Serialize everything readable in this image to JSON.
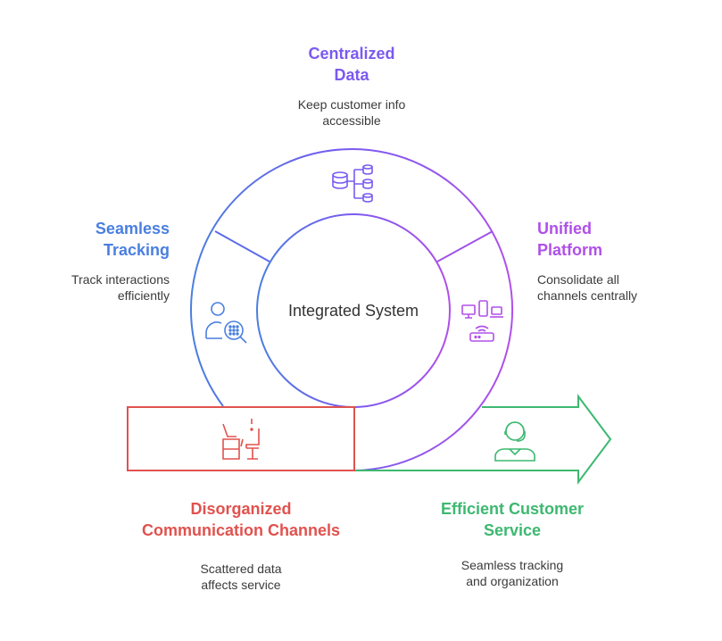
{
  "colors": {
    "centralized": "#7A5AF0",
    "unified": "#B050E8",
    "seamless": "#4A7FE0",
    "disorganized": "#E0524E",
    "efficient": "#3DB870",
    "text": "#333333",
    "desc": "#3a3a3a"
  },
  "center": {
    "label": "Integrated System"
  },
  "centralized": {
    "title_1": "Centralized",
    "title_2": "Data",
    "desc_1": "Keep customer info",
    "desc_2": "accessible",
    "icon": "database-icon"
  },
  "unified": {
    "title_1": "Unified",
    "title_2": "Platform",
    "desc_1": "Consolidate all",
    "desc_2": "channels centrally",
    "icon": "devices-icon"
  },
  "seamless": {
    "title_1": "Seamless",
    "title_2": "Tracking",
    "desc_1": "Track interactions",
    "desc_2": "efficiently",
    "icon": "user-search-icon"
  },
  "disorganized": {
    "title_1": "Disorganized",
    "title_2": "Communication Channels",
    "desc_1": "Scattered data",
    "desc_2": "affects service",
    "icon": "cluttered-desk-icon"
  },
  "efficient": {
    "title_1": "Efficient Customer",
    "title_2": "Service",
    "desc_1": "Seamless tracking",
    "desc_2": "and organization",
    "icon": "support-agent-icon"
  }
}
